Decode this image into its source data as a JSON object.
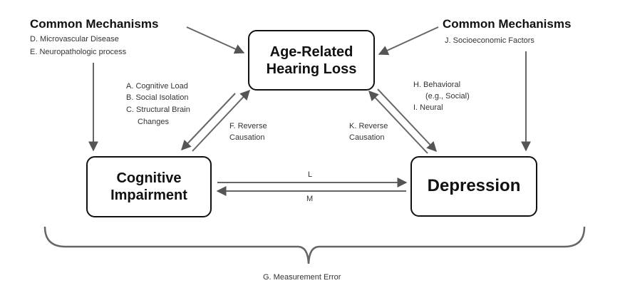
{
  "nodes": {
    "hearing_loss": "Age-Related\nHearing Loss",
    "cognitive": "Cognitive\nImpairment",
    "depression": "Depression"
  },
  "left_mechanisms": {
    "title": "Common Mechanisms",
    "items": [
      "D. Microvascular Disease",
      "E. Neuropathologic process"
    ]
  },
  "right_mechanisms": {
    "title": "Common Mechanisms",
    "items": [
      "J. Socioeconomic Factors"
    ]
  },
  "pathways_left": [
    "A. Cognitive Load",
    "B. Social Isolation",
    "C. Structural Brain",
    "Changes"
  ],
  "reverse_left": [
    "F. Reverse",
    "Causation"
  ],
  "reverse_right": [
    "K. Reverse",
    "Causation"
  ],
  "pathways_right": [
    "H. Behavioral",
    "(e.g., Social)",
    "I.  Neural"
  ],
  "edge_l": "L",
  "edge_m": "M",
  "measurement": "G. Measurement Error"
}
